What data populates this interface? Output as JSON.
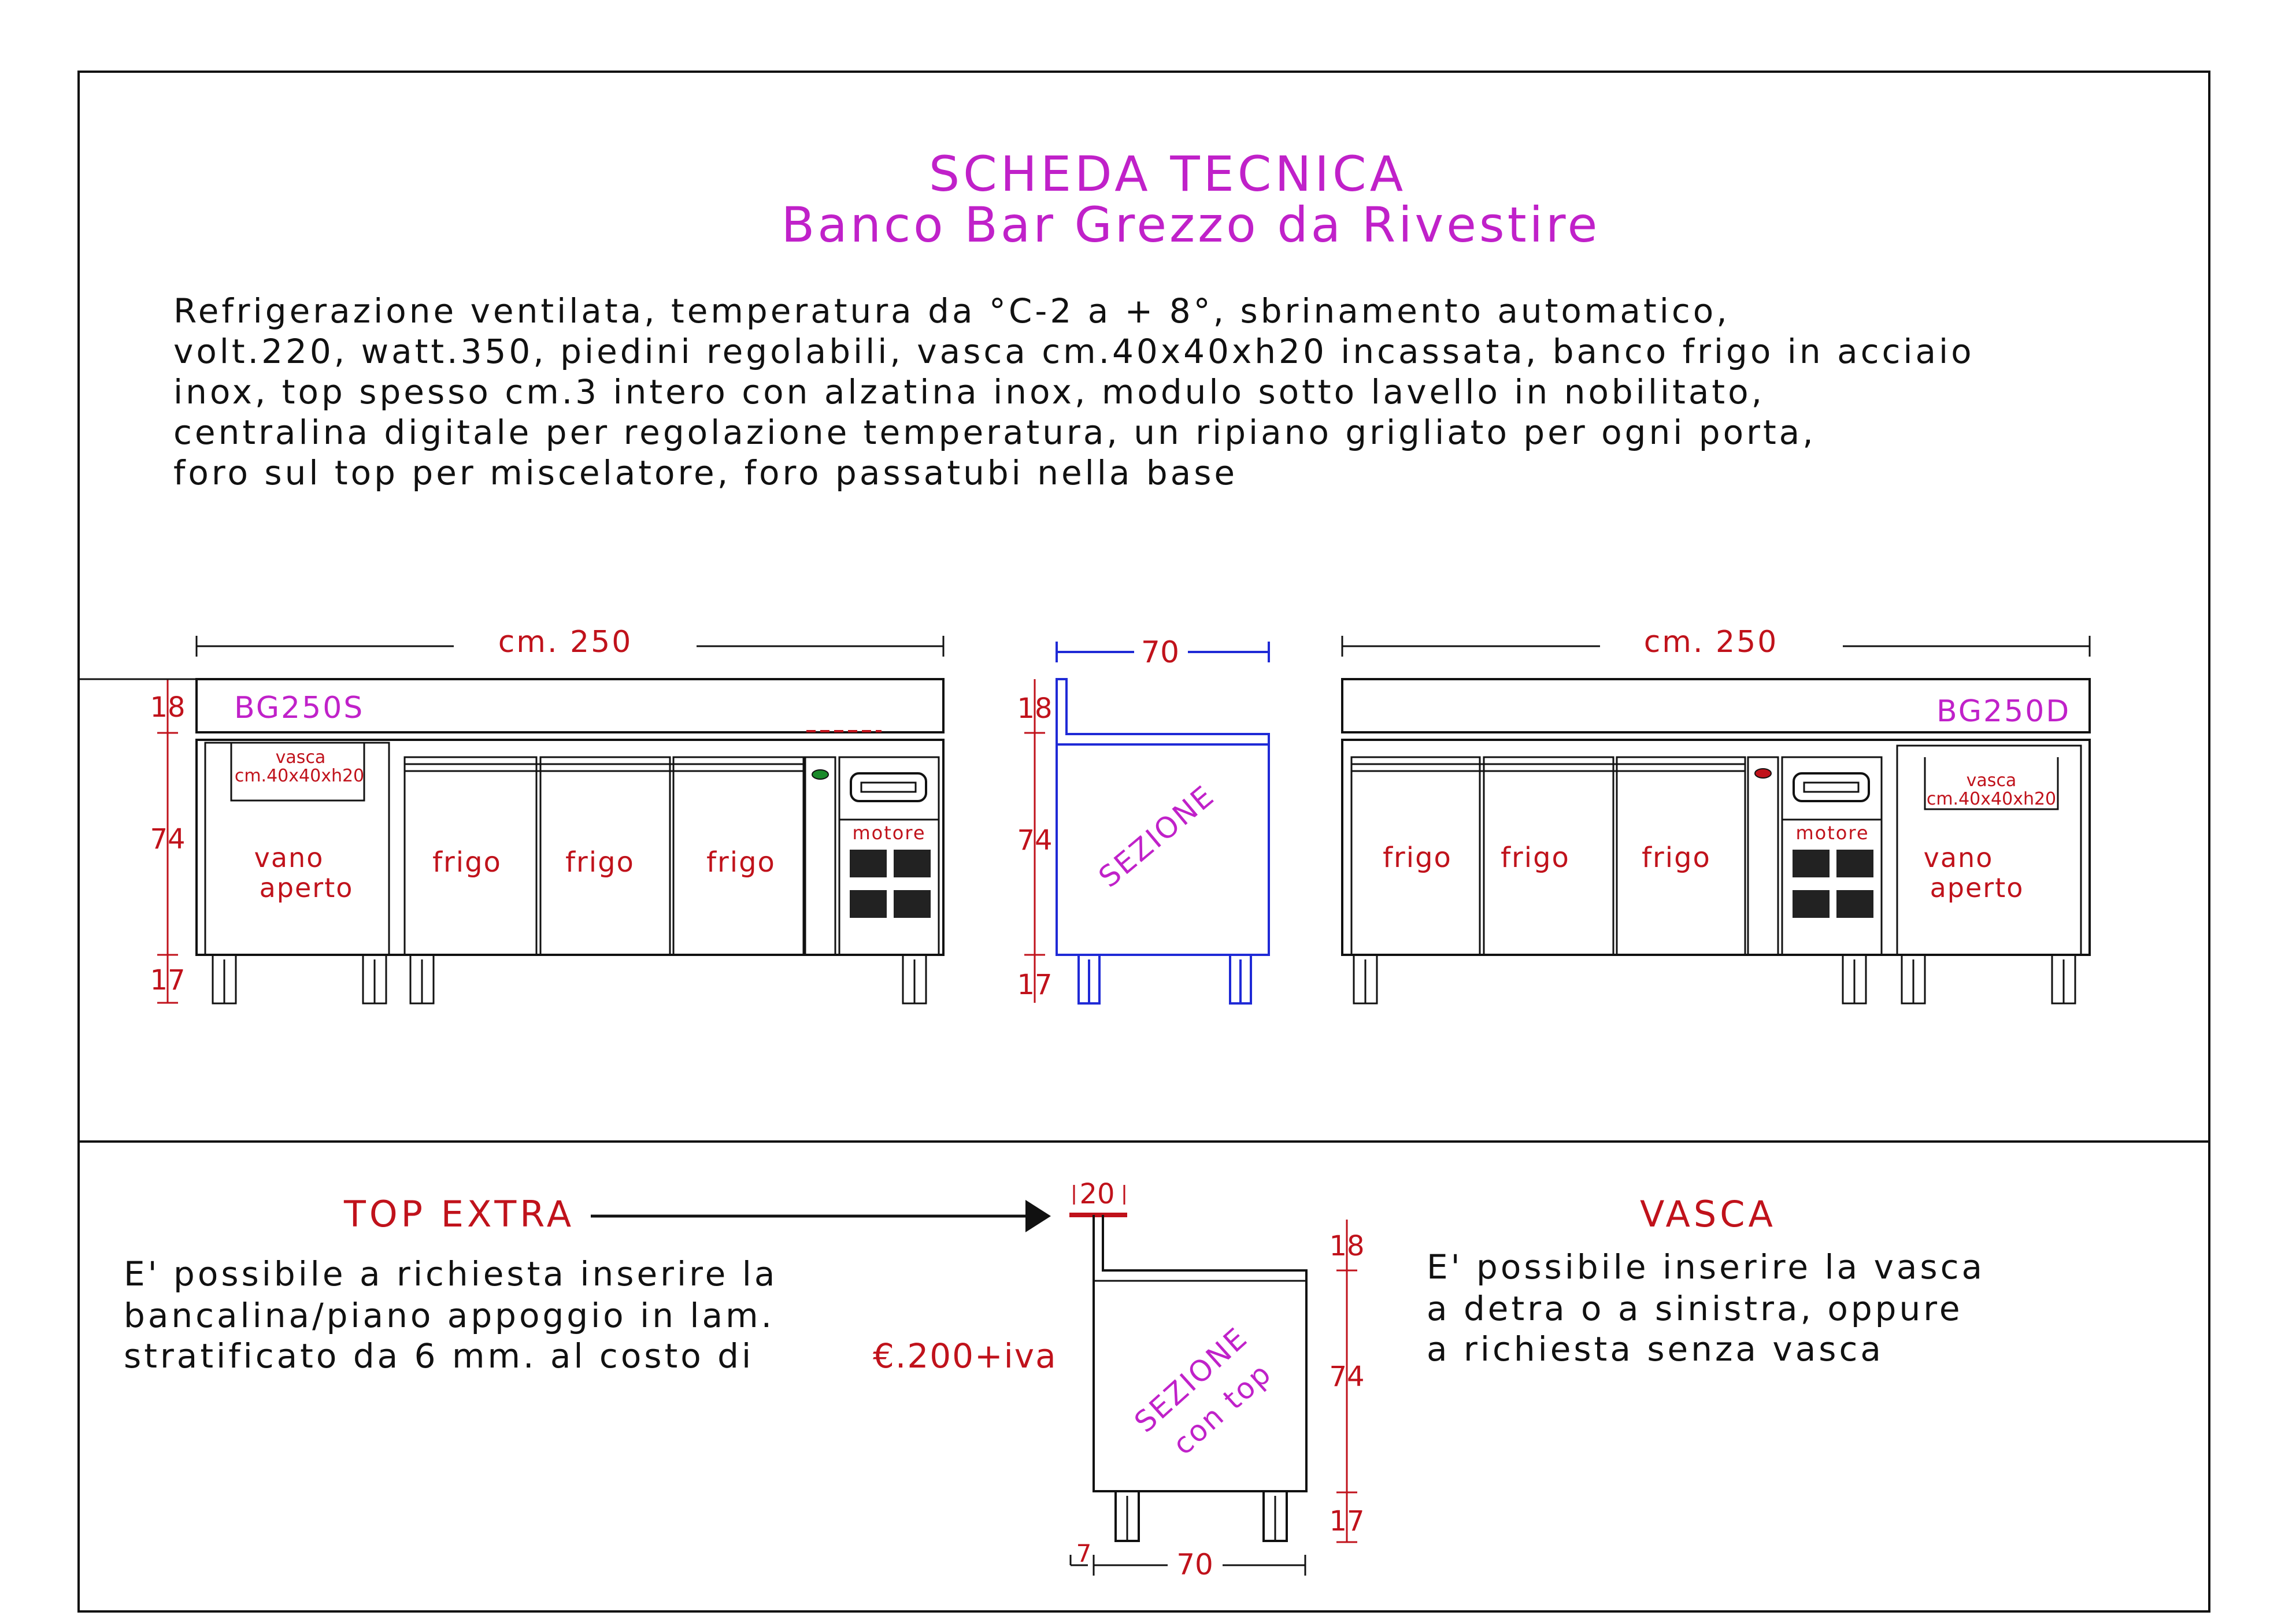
{
  "title": {
    "line1": "SCHEDA TECNICA",
    "line2": "Banco Bar Grezzo da Rivestire"
  },
  "description": [
    "Refrigerazione ventilata, temperatura da °C-2 a + 8°, sbrinamento automatico,",
    "volt.220, watt.350, piedini regolabili, vasca cm.40x40xh20 incassata, banco frigo in acciaio",
    "inox, top spesso cm.3 intero con alzatina inox, modulo sotto lavello in nobilitato,",
    "centralina digitale per regolazione temperatura, un ripiano grigliato per ogni porta,",
    "foro sul top per miscelatore, foro passatubi nella base"
  ],
  "left_unit": {
    "model": "BG250S",
    "width_label": "cm. 250",
    "dims": [
      "18",
      "74",
      "17"
    ],
    "vasca": [
      "vasca",
      "cm.40x40xh20"
    ],
    "vano": [
      "vano",
      "aperto"
    ],
    "doors": [
      "frigo",
      "frigo",
      "frigo"
    ],
    "motor": "motore"
  },
  "section": {
    "width_label": "70",
    "dims": [
      "18",
      "74",
      "17"
    ],
    "label": "SEZIONE"
  },
  "right_unit": {
    "model": "BG250D",
    "width_label": "cm. 250",
    "vasca": [
      "vasca",
      "cm.40x40xh20"
    ],
    "vano": [
      "vano",
      "aperto"
    ],
    "doors": [
      "frigo",
      "frigo",
      "frigo"
    ],
    "motor": "motore"
  },
  "top_extra": {
    "heading": "TOP EXTRA",
    "lines": [
      "E' possibile a richiesta inserire la",
      "bancalina/piano appoggio in lam.",
      "stratificato da 6 mm. al costo di"
    ],
    "price": "€.200+iva"
  },
  "section_top": {
    "top_dim": "20",
    "label": [
      "SEZIONE",
      "con top"
    ],
    "dims": [
      "18",
      "74",
      "17"
    ],
    "width_label": "70",
    "offset_label": "7"
  },
  "vasca_note": {
    "heading": "VASCA",
    "lines": [
      "E' possibile inserire la vasca",
      "a detra o a sinistra, oppure",
      "a richiesta senza vasca"
    ]
  },
  "colors": {
    "magenta": "#c021c9",
    "red": "#c0121b",
    "blue": "#1f2ad6",
    "line": "#111111"
  }
}
